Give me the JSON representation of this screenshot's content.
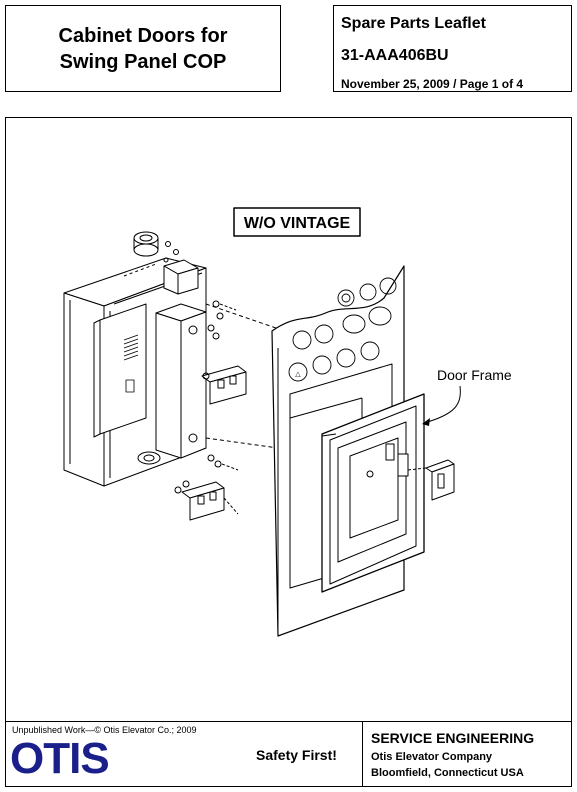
{
  "header": {
    "title_line1": "Cabinet Doors for",
    "title_line2": "Swing Panel COP",
    "leaflet_type": "Spare Parts Leaflet",
    "part_number": "31-AAA406BU",
    "date_page": "November 25, 2009 / Page 1 of 4"
  },
  "diagram": {
    "vintage_label": "W/O VINTAGE",
    "callout_label": "Door Frame"
  },
  "footer": {
    "copyright": "Unpublished Work—© Otis Elevator Co.; 2009",
    "logo_text": "OTIS",
    "safety": "Safety First!",
    "department": "SERVICE ENGINEERING",
    "company": "Otis Elevator Company",
    "location": "Bloomfield, Connecticut USA"
  },
  "colors": {
    "logo": "#1a1f8a",
    "line": "#000000"
  }
}
